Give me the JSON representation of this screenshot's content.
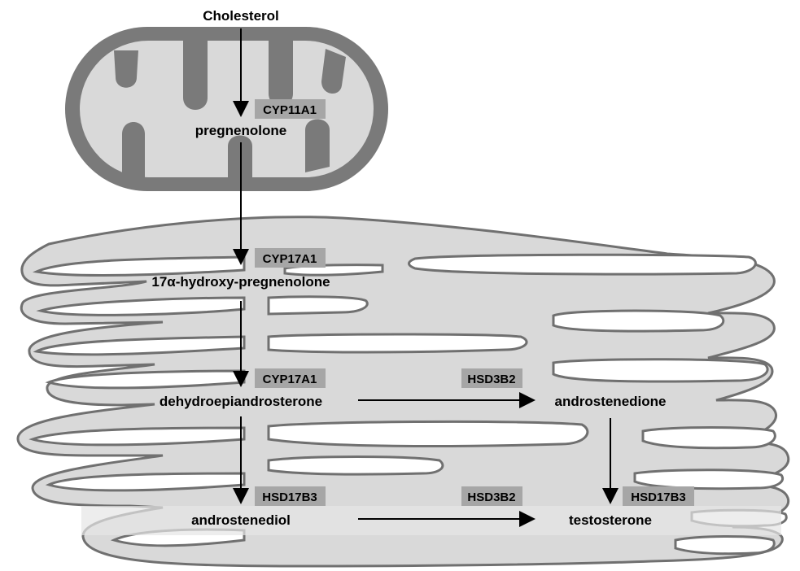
{
  "colors": {
    "mito_outer": "#7a7a7a",
    "mito_inner": "#d9d9d9",
    "er_fill": "#d9d9d9",
    "er_stroke": "#707070",
    "enzyme_bg": "#a6a6a6",
    "arrow": "#000000"
  },
  "metabolites": {
    "cholesterol": "Cholesterol",
    "pregnenolone": "pregnenolone",
    "hydroxy_pregnenolone": "17α-hydroxy-pregnenolone",
    "dhea": "dehydroepiandrosterone",
    "androstenedione": "androstenedione",
    "androstenediol": "androstenediol",
    "testosterone": "testosterone"
  },
  "enzymes": {
    "cyp11a1": "CYP11A1",
    "cyp17a1_first": "CYP17A1",
    "cyp17a1_second": "CYP17A1",
    "hsd3b2_upper": "HSD3B2",
    "hsd3b2_lower": "HSD3B2",
    "hsd17b3_left": "HSD17B3",
    "hsd17b3_right": "HSD17B3"
  }
}
